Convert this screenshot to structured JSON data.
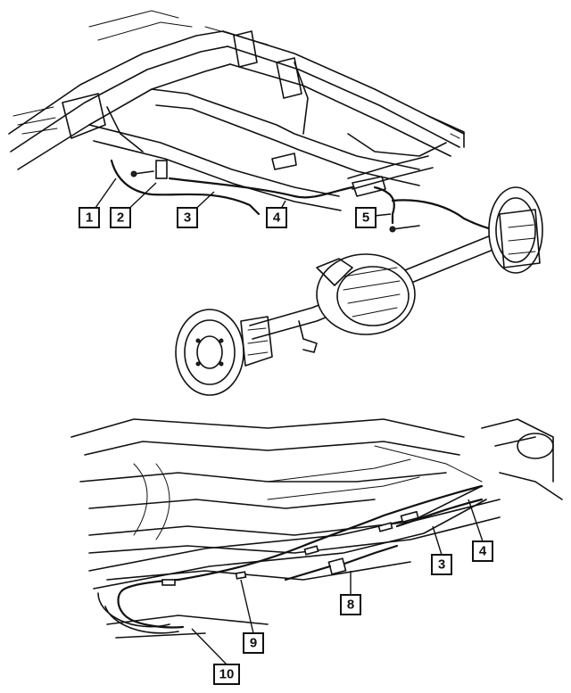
{
  "callouts": {
    "c1": "1",
    "c2": "2",
    "c3_top": "3",
    "c4_top": "4",
    "c5": "5",
    "c3_bottom": "3",
    "c4_bottom": "4",
    "c8": "8",
    "c9": "9",
    "c10": "10"
  }
}
